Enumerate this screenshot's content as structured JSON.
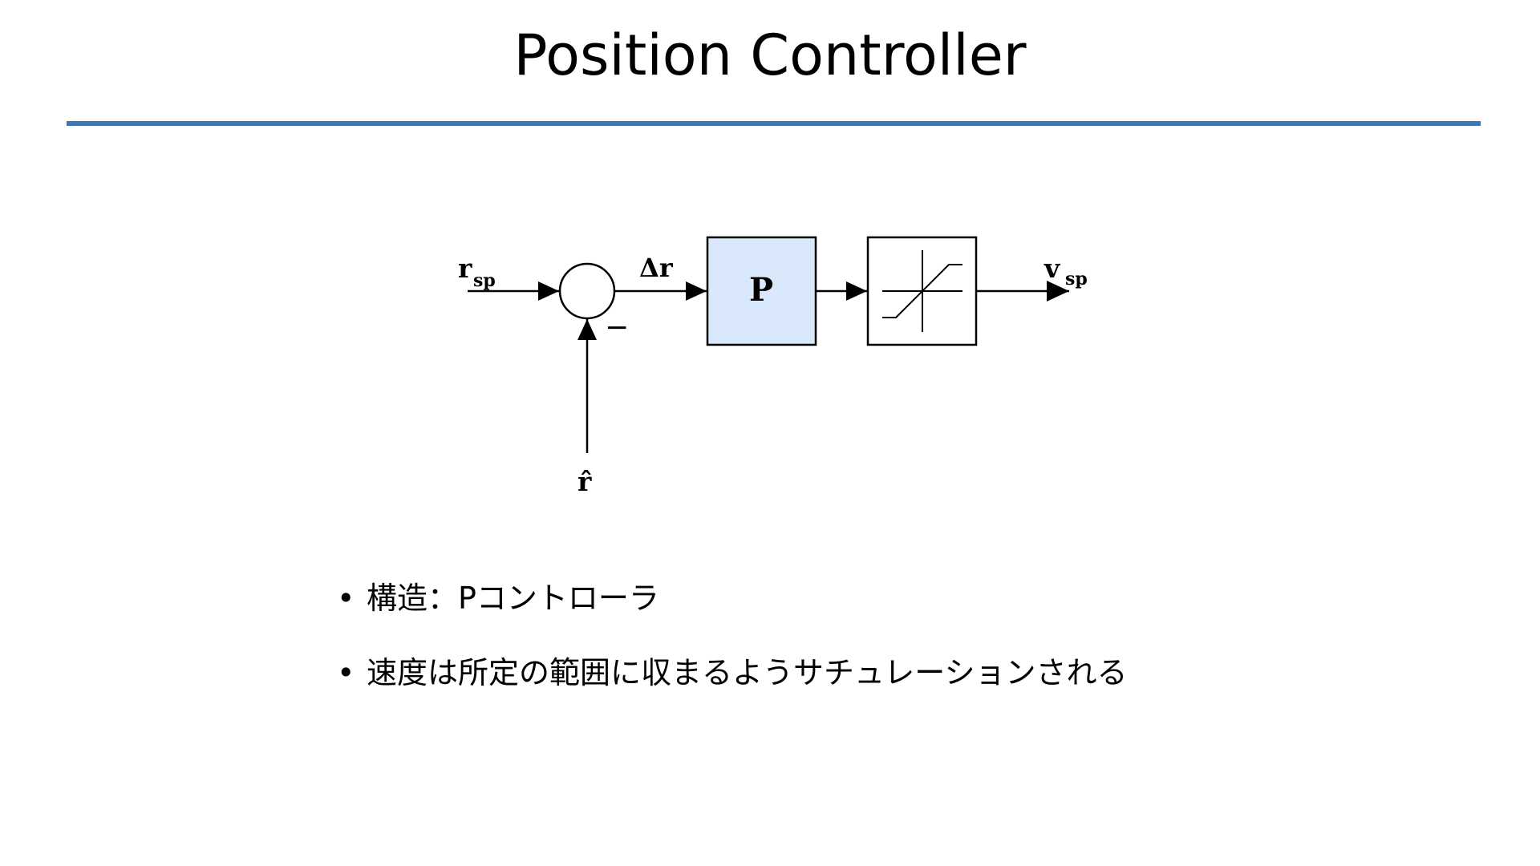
{
  "slide": {
    "title": "Position Controller",
    "accent_color": "#3d78b5"
  },
  "diagram": {
    "input_label": "r",
    "input_sub": "sp",
    "error_label": "Δr",
    "feedback_label": "r̂",
    "minus_sign": "−",
    "controller_label": "P",
    "controller_fill": "#dae8fc",
    "saturation_block": "saturation-icon",
    "output_label": "v",
    "output_sub": "sp"
  },
  "bullets": [
    {
      "marker": "•",
      "text": "構造：Pコントローラ"
    },
    {
      "marker": "•",
      "text": "速度は所定の範囲に収まるようサチュレーションされる"
    }
  ]
}
